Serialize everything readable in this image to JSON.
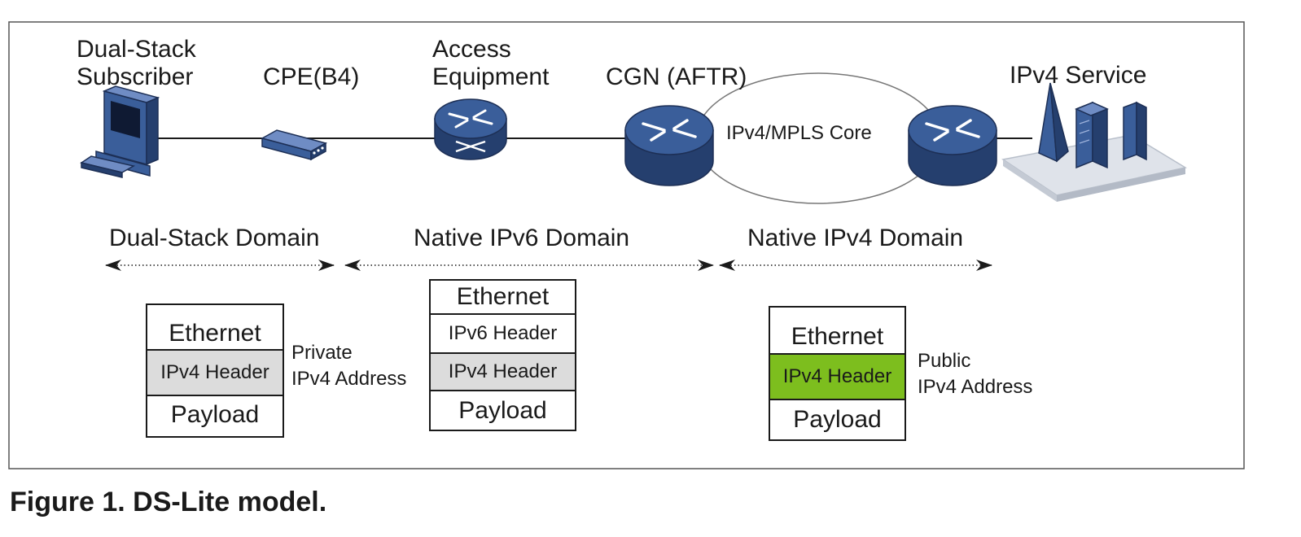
{
  "nodes": {
    "subscriber": {
      "line1": "Dual-Stack",
      "line2": "Subscriber"
    },
    "cpe": "CPE(B4)",
    "access": {
      "line1": "Access",
      "line2": "Equipment"
    },
    "cgn": "CGN (AFTR)",
    "service": "IPv4 Service"
  },
  "core_label": "IPv4/MPLS Core",
  "domains": {
    "dual_stack": "Dual-Stack Domain",
    "ipv6": "Native IPv6 Domain",
    "ipv4": "Native IPv4 Domain"
  },
  "stacks": {
    "private": [
      "Ethernet",
      "IPv4 Header",
      "Payload"
    ],
    "tunnel": [
      "Ethernet",
      "IPv6 Header",
      "IPv4 Header",
      "Payload"
    ],
    "public": [
      "Ethernet",
      "IPv4 Header",
      "Payload"
    ]
  },
  "address_notes": {
    "private": {
      "line1": "Private",
      "line2": "IPv4 Address"
    },
    "public": {
      "line1": "Public",
      "line2": "IPv4 Address"
    }
  },
  "caption": "Figure 1. DS-Lite model.",
  "colors": {
    "router_blue": "#3a5e9a",
    "router_dark": "#253f6e",
    "private_header": "#dcdcdc",
    "public_header": "#7dbe1e",
    "frame": "#555555"
  }
}
